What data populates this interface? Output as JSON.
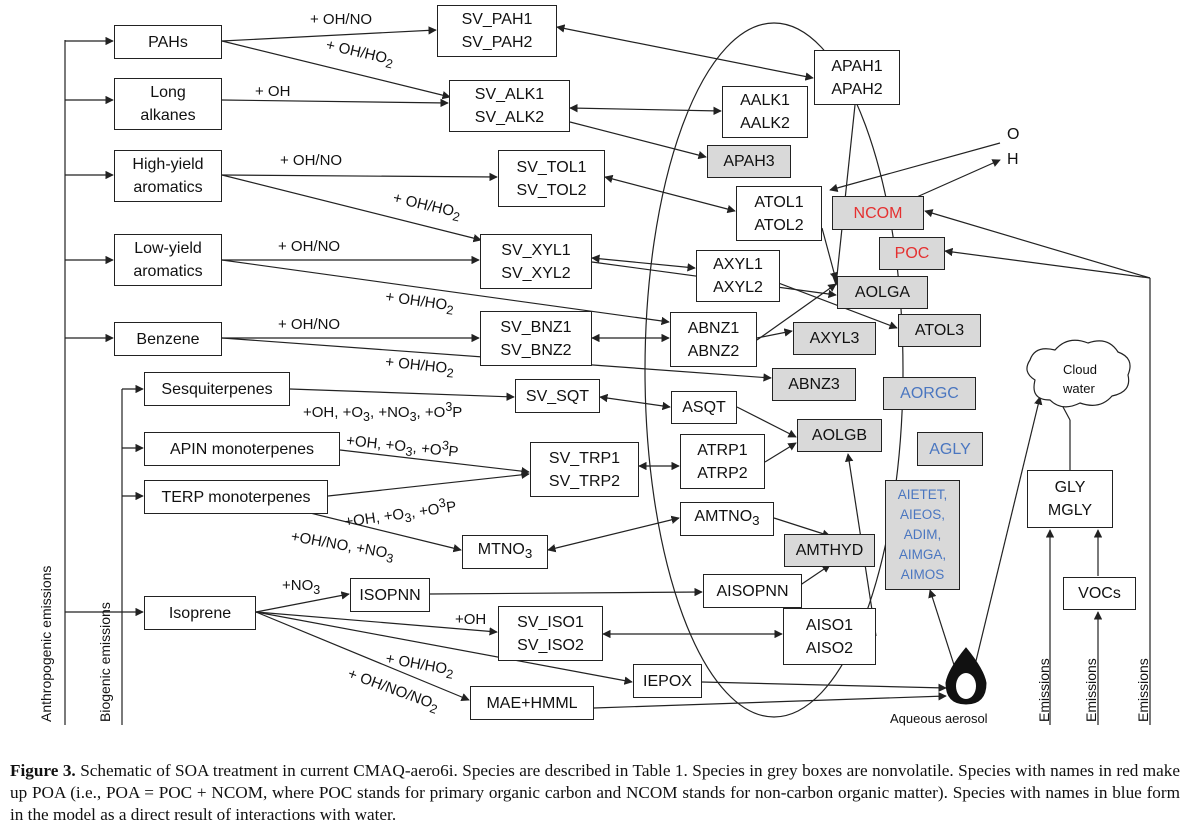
{
  "emitters": {
    "anthropogenic": [
      "PAHs",
      "Long alkanes",
      "High-yield aromatics",
      "Low-yield aromatics",
      "Benzene"
    ],
    "biogenic": [
      "Sesquiterpenes",
      "APIN monoterpenes",
      "TERP monoterpenes",
      "Isoprene"
    ]
  },
  "semivolatile": {
    "sv_pah": [
      "SV_PAH1",
      "SV_PAH2"
    ],
    "sv_alk": [
      "SV_ALK1",
      "SV_ALK2"
    ],
    "sv_tol": [
      "SV_TOL1",
      "SV_TOL2"
    ],
    "sv_xyl": [
      "SV_XYL1",
      "SV_XYL2"
    ],
    "sv_bnz": [
      "SV_BNZ1",
      "SV_BNZ2"
    ],
    "sv_sqt": "SV_SQT",
    "sv_trp": [
      "SV_TRP1",
      "SV_TRP2"
    ],
    "mtno3": "MTNO3",
    "isopnn": "ISOPNN",
    "sv_iso": [
      "SV_ISO1",
      "SV_ISO2"
    ],
    "iepox": "IEPOX",
    "mae": "MAE+HMML"
  },
  "aerosol": {
    "apah": [
      "APAH1",
      "APAH2"
    ],
    "aalk": [
      "AALK1",
      "AALK2"
    ],
    "apah3": "APAH3",
    "atol": [
      "ATOL1",
      "ATOL2"
    ],
    "ncom": "NCOM",
    "poc": "POC",
    "axyl": [
      "AXYL1",
      "AXYL2"
    ],
    "aolga": "AOLGA",
    "abnz": [
      "ABNZ1",
      "ABNZ2"
    ],
    "axyl3": "AXYL3",
    "atol3": "ATOL3",
    "abnz3": "ABNZ3",
    "aorgc": "AORGC",
    "asqt": "ASQT",
    "aolgb": "AOLGB",
    "atrp": [
      "ATRP1",
      "ATRP2"
    ],
    "agly": "AGLY",
    "amtno3": "AMTNO3",
    "amthyd": "AMTHYD",
    "aqueous_list": [
      "AIETET,",
      "AIEOS,",
      "ADIM,",
      "AIMGA,",
      "AIMOS"
    ],
    "aisopnn": "AISOPNN",
    "aiso": [
      "AISO1",
      "AISO2"
    ]
  },
  "precursors": {
    "gly": [
      "GLY",
      "MGLY"
    ],
    "vocs": "VOCs"
  },
  "labels": {
    "pah_ohno": "+ OH/NO",
    "pah_oho2": "+ OH/HO",
    "alk_oh": "+ OH",
    "tol_ohno": "+ OH/NO",
    "tol_oho2": "+ OH/HO",
    "xyl_ohno": "+ OH/NO",
    "xyl_oho2": "+ OH/HO",
    "bnz_ohno": "+ OH/NO",
    "bnz_oho2": "+ OH/HO",
    "sqt_ox": "+OH, +O",
    "apin_ox": "+OH, +O",
    "terp_ox": "+OH, +O",
    "mtno3_ox": "+OH/NO, +NO",
    "iso_no3": "+NO",
    "iso_oh": "+OH",
    "iso_oho2": "+ OH/HO",
    "iso_ohnono2": "+ OH/NO/NO",
    "oh_o": "O",
    "oh_h": "H",
    "cloud": [
      "Cloud",
      "water"
    ],
    "aqueous": "Aqueous aerosol",
    "anthro": "Anthropogenic emissions",
    "biogenic": "Biogenic emissions",
    "emissions": "Emissions"
  },
  "caption": {
    "lead": "Figure 3.",
    "text": "Schematic of SOA treatment in current CMAQ-aero6i. Species are described in Table 1. Species in grey boxes are nonvolatile. Species with names in red make up POA (i.e., POA = POC + NCOM, where POC stands for primary organic carbon and NCOM stands for non-carbon organic matter). Species with names in blue form in the model as a direct result of interactions with water."
  },
  "colors": {
    "grey_box": "#d9d9d9",
    "red_text": "#e53030",
    "blue_text": "#4a76c0"
  }
}
